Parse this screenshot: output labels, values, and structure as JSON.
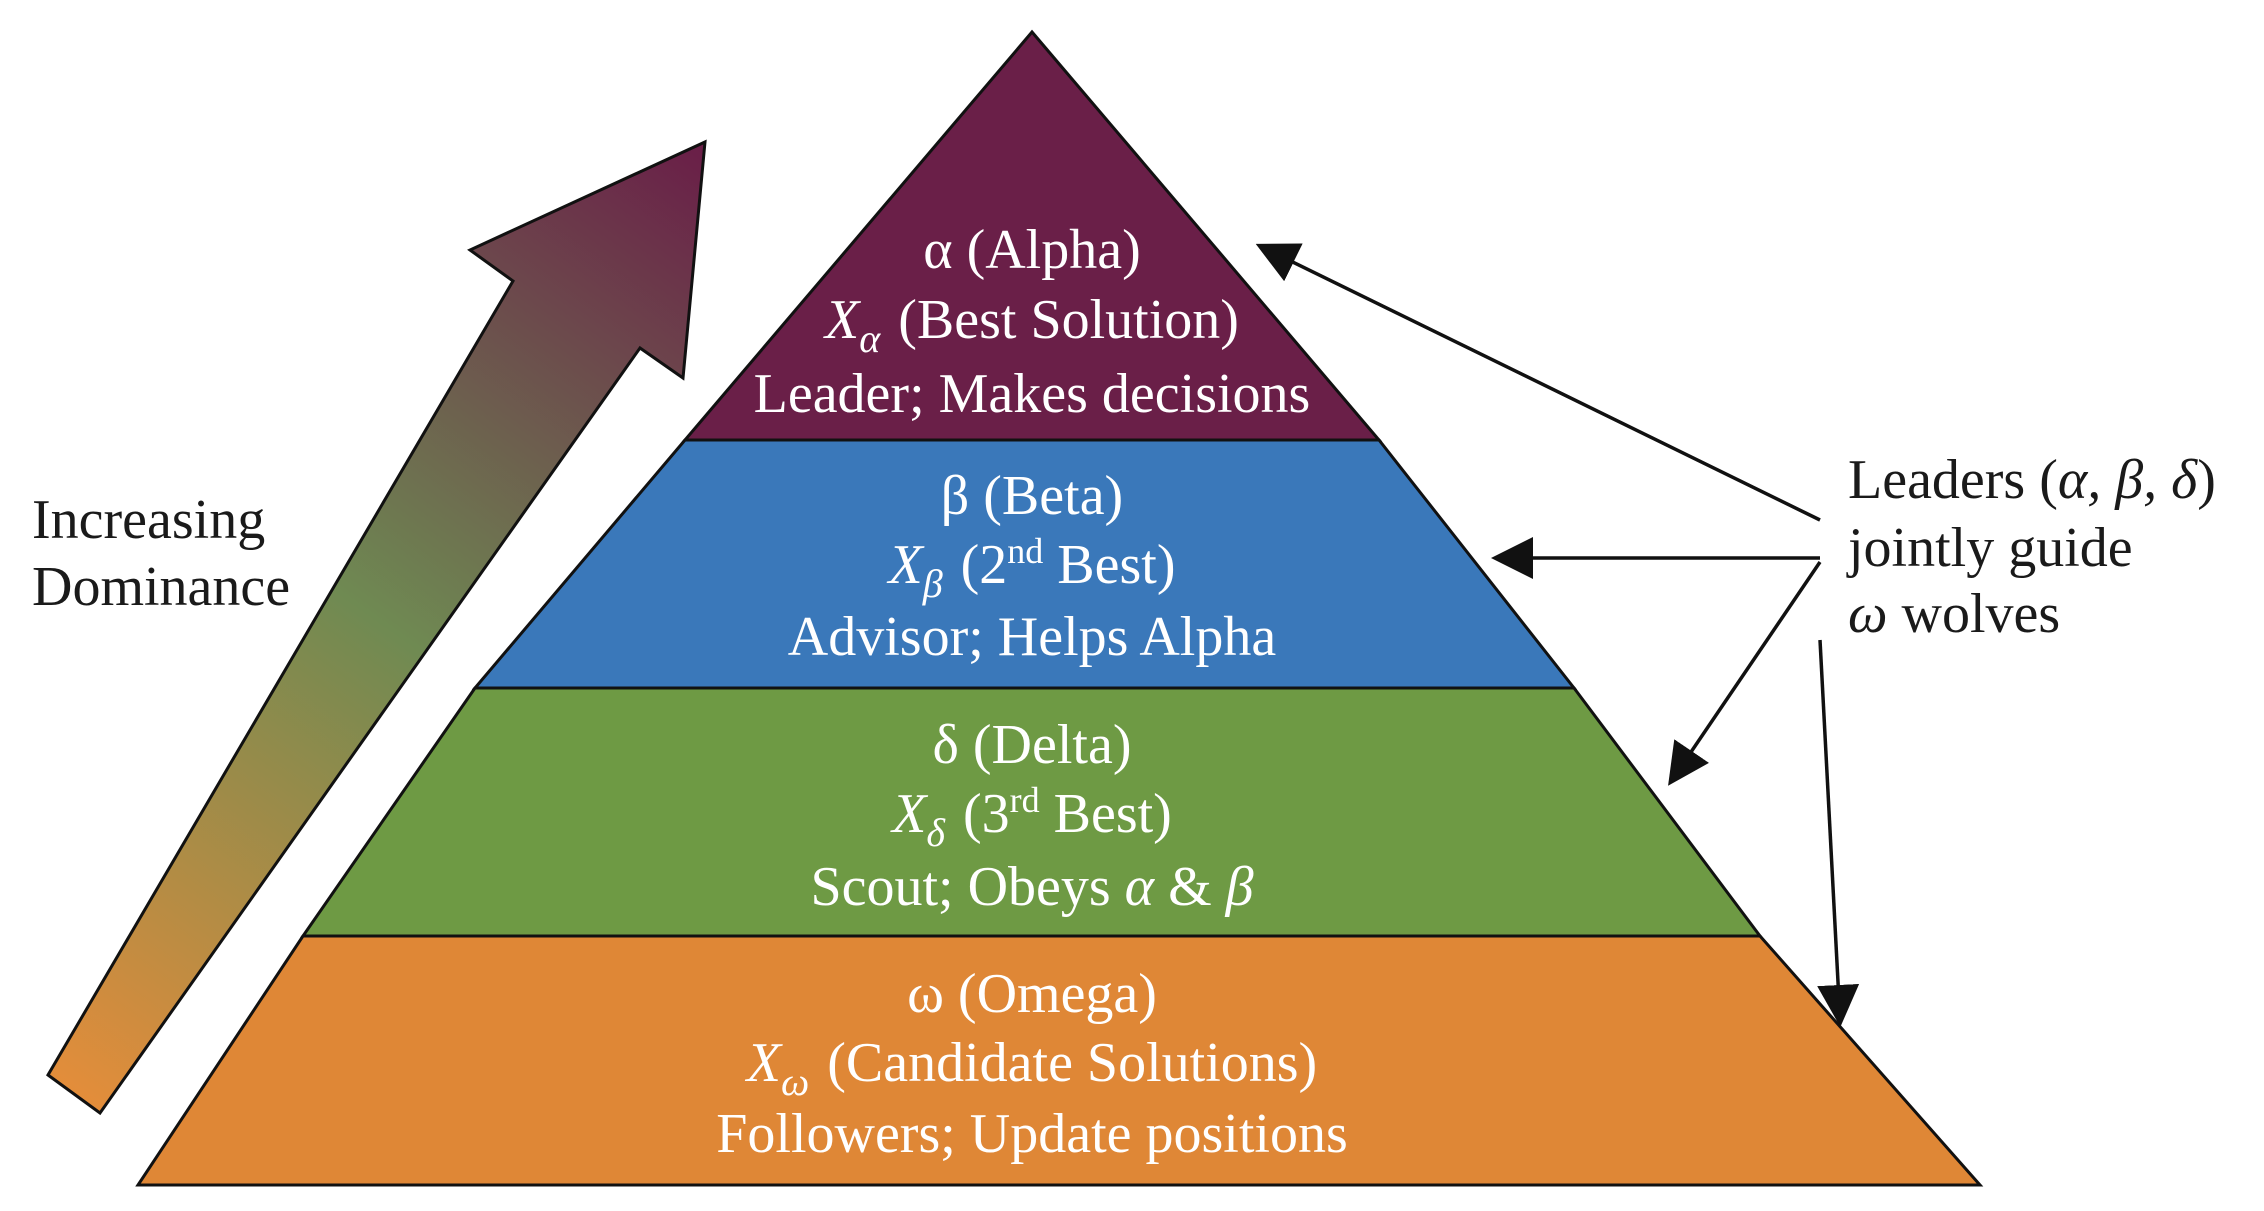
{
  "colors": {
    "alpha": "#6a1f48",
    "beta": "#3a78ba",
    "delta": "#6e9a44",
    "omega": "#df8736",
    "outline": "#111111",
    "arrow_top": "#6a1f48",
    "arrow_bottom": "#e58d3a"
  },
  "dominance_label": [
    "Increasing",
    "Dominance"
  ],
  "tiers": [
    {
      "key": "alpha",
      "title": "α (Alpha)",
      "var_base": "X",
      "var_sub": "α",
      "var_text": "(Best Solution)",
      "var_sup": "",
      "var_after": "",
      "role": "Leader; Makes decisions"
    },
    {
      "key": "beta",
      "title": "β (Beta)",
      "var_base": "X",
      "var_sub": "β",
      "var_text": "(2",
      "var_sup": "nd",
      "var_after": " Best)",
      "role": "Advisor; Helps Alpha"
    },
    {
      "key": "delta",
      "title": "δ (Delta)",
      "var_base": "X",
      "var_sub": "δ",
      "var_text": "(3",
      "var_sup": "rd",
      "var_after": " Best)",
      "role_plain": "Scout; Obeys ",
      "role_it1": "α",
      "role_mid": " & ",
      "role_it2": "β"
    },
    {
      "key": "omega",
      "title": "ω (Omega)",
      "var_base": "X",
      "var_sub": "ω",
      "var_text": "(Candidate Solutions)",
      "var_sup": "",
      "var_after": "",
      "role": "Followers; Update positions"
    }
  ],
  "leaders_note": {
    "line1_text": "Leaders (",
    "line1_greek": "α, β, δ",
    "line1_close": ")",
    "line2": "jointly guide",
    "line3_greek": "ω",
    "line3_text": " wolves"
  }
}
